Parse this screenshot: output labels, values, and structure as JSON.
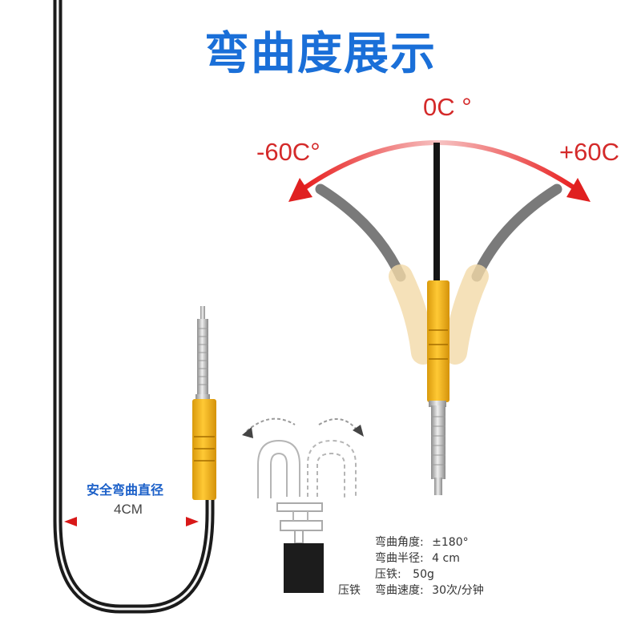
{
  "title": "弯曲度展示",
  "angles": {
    "center": "0C °",
    "left": "-60C°",
    "right": "+60C"
  },
  "safe_radius": {
    "label": "安全弯曲直径",
    "value": "4CM"
  },
  "specs": {
    "angle": {
      "key": "弯曲角度:",
      "value": "±180°"
    },
    "radius": {
      "key": "弯曲半径:",
      "value": "4 cm"
    },
    "weight": {
      "key": "压铁:",
      "value": "50g"
    },
    "speed": {
      "key": "弯曲速度:",
      "value": "30次/分钟"
    },
    "weight_tag": "压铁"
  },
  "colors": {
    "title": "#1a6fd8",
    "arrow": "#e02020",
    "label_red": "#d42a2a",
    "safe_blue": "#1a5fc8",
    "cable": "#222222",
    "sheath": "#f2b417",
    "metal": "#c8c8c8",
    "ghost_cable": "#7a7a7a",
    "weight_block": "#1c1c1c"
  },
  "icons": [
    "bend-arrow-icon",
    "sensor-probe-icon",
    "test-fixture-icon",
    "weight-block-icon"
  ]
}
